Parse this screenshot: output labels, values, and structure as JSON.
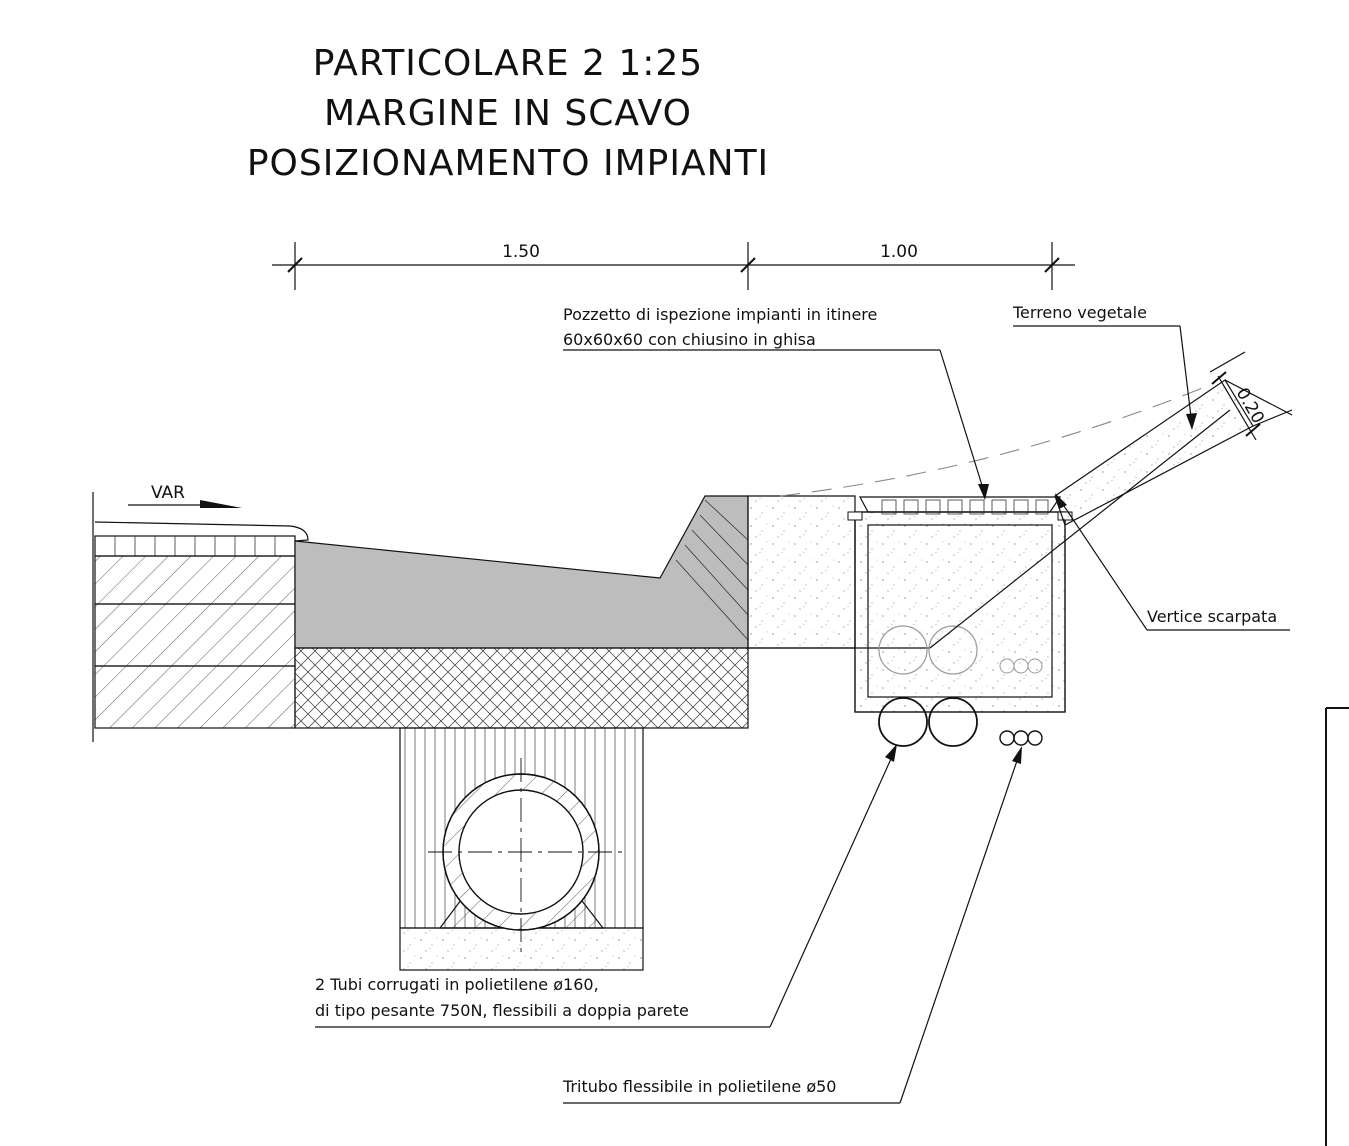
{
  "title": {
    "line1": "PARTICOLARE 2 1:25",
    "line2": "MARGINE IN SCAVO",
    "line3": "POSIZIONAMENTO IMPIANTI"
  },
  "dimensions": {
    "width_1": "1.50",
    "width_2": "1.00",
    "topsoil_thickness": "0.20"
  },
  "labels": {
    "direction": "VAR",
    "pozzetto_line1": "Pozzetto di ispezione impianti in itinere",
    "pozzetto_line2": "60x60x60 con chiusino in ghisa",
    "terreno": "Terreno vegetale",
    "vertice": "Vertice scarpata",
    "tubi_line1": "2 Tubi corrugati in polietilene ø160,",
    "tubi_line2": "di tipo pesante 750N, flessibili a doppia parete",
    "tritubo": "Tritubo flessibile in polietilene ø50"
  },
  "colors": {
    "line": "#111111",
    "asphalt_fill": "#bdbdbd"
  }
}
